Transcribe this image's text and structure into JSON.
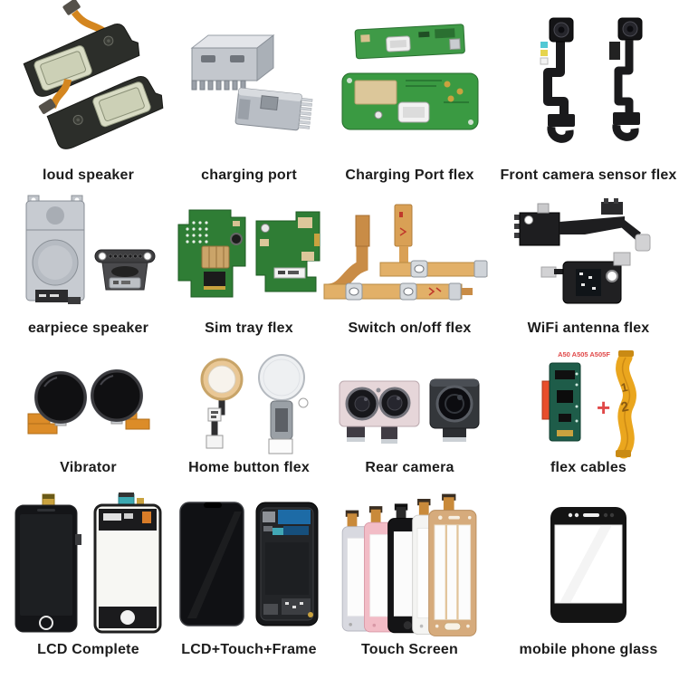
{
  "page": {
    "background": "#ffffff",
    "grid": {
      "rows": 4,
      "columns": 4
    }
  },
  "products": [
    {
      "name": "loud-speaker",
      "label": "loud speaker"
    },
    {
      "name": "charging-port",
      "label": "charging port"
    },
    {
      "name": "charging-port-flex",
      "label": "Charging Port flex"
    },
    {
      "name": "front-camera-sensor-flex",
      "label": "Front camera sensor flex"
    },
    {
      "name": "earpiece-speaker",
      "label": "earpiece speaker"
    },
    {
      "name": "sim-tray-flex",
      "label": "Sim tray flex"
    },
    {
      "name": "switch-on-off-flex",
      "label": "Switch on/off flex"
    },
    {
      "name": "wifi-antenna-flex",
      "label": "WiFi antenna flex"
    },
    {
      "name": "vibrator",
      "label": "Vibrator"
    },
    {
      "name": "home-button-flex",
      "label": "Home button flex"
    },
    {
      "name": "rear-camera",
      "label": "Rear camera"
    },
    {
      "name": "flex-cables",
      "label": "flex cables"
    },
    {
      "name": "lcd-complete",
      "label": "LCD Complete"
    },
    {
      "name": "lcd-touch-frame",
      "label": "LCD+Touch+Frame"
    },
    {
      "name": "touch-screen",
      "label": "Touch Screen"
    },
    {
      "name": "mobile-phone-glass",
      "label": "mobile phone glass"
    }
  ],
  "annotations": {
    "flex_cables_model_text": "A50 A505 A505F",
    "flex_cables_plus": "+",
    "flex_cables_digit_1": "1",
    "flex_cables_digit_2": "2"
  },
  "colors": {
    "label_text": "#1c1c1c",
    "background": "#ffffff",
    "pcb_green": "#2f8a3a",
    "pcb_dark_green": "#1e5c49",
    "flex_orange": "#dc8c28",
    "flex_tan": "#d49a55",
    "accent_red": "#e04848",
    "metal_silver": "#c3c7cd",
    "gold": "#c9a23f",
    "teal_flex": "#3ba8b0",
    "rose_gold": "#d6ab7c"
  }
}
